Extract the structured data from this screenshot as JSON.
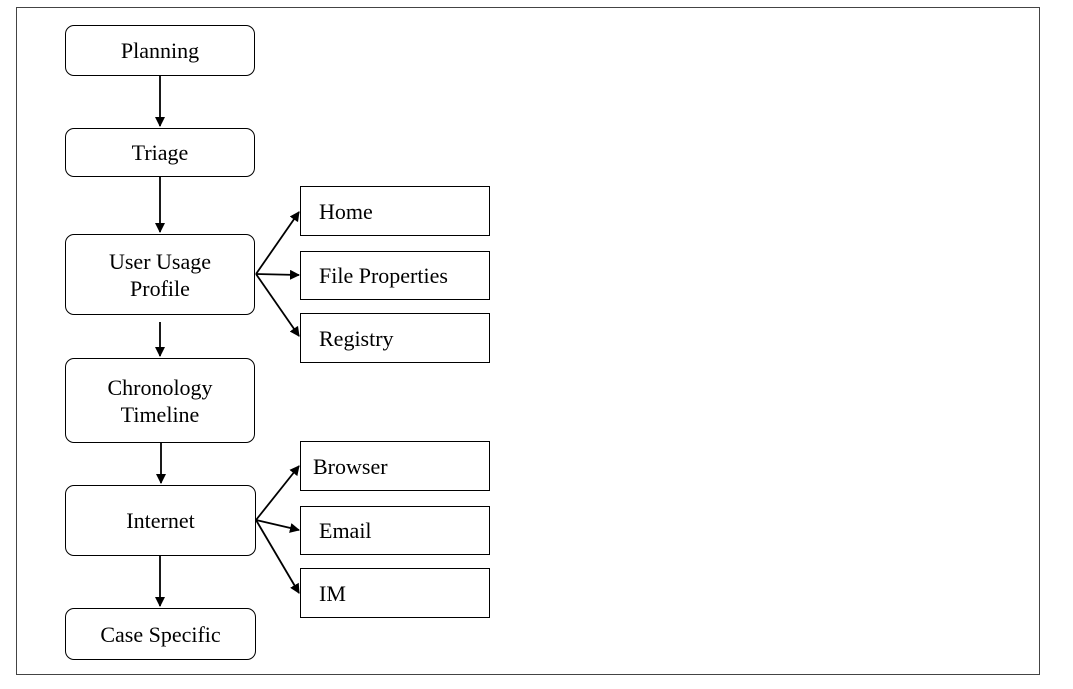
{
  "main_flow": {
    "planning": "Planning",
    "triage": "Triage",
    "user_usage_profile": [
      "User Usage",
      "Profile"
    ],
    "chronology_timeline": [
      "Chronology",
      "Timeline"
    ],
    "internet": "Internet",
    "case_specific": "Case Specific"
  },
  "user_usage_profile_branches": [
    "Home",
    "File Properties",
    "Registry"
  ],
  "internet_branches": [
    "Browser",
    "Email",
    "IM"
  ],
  "colors": {
    "stroke": "#000000",
    "frame": "#444444",
    "background": "#ffffff"
  }
}
